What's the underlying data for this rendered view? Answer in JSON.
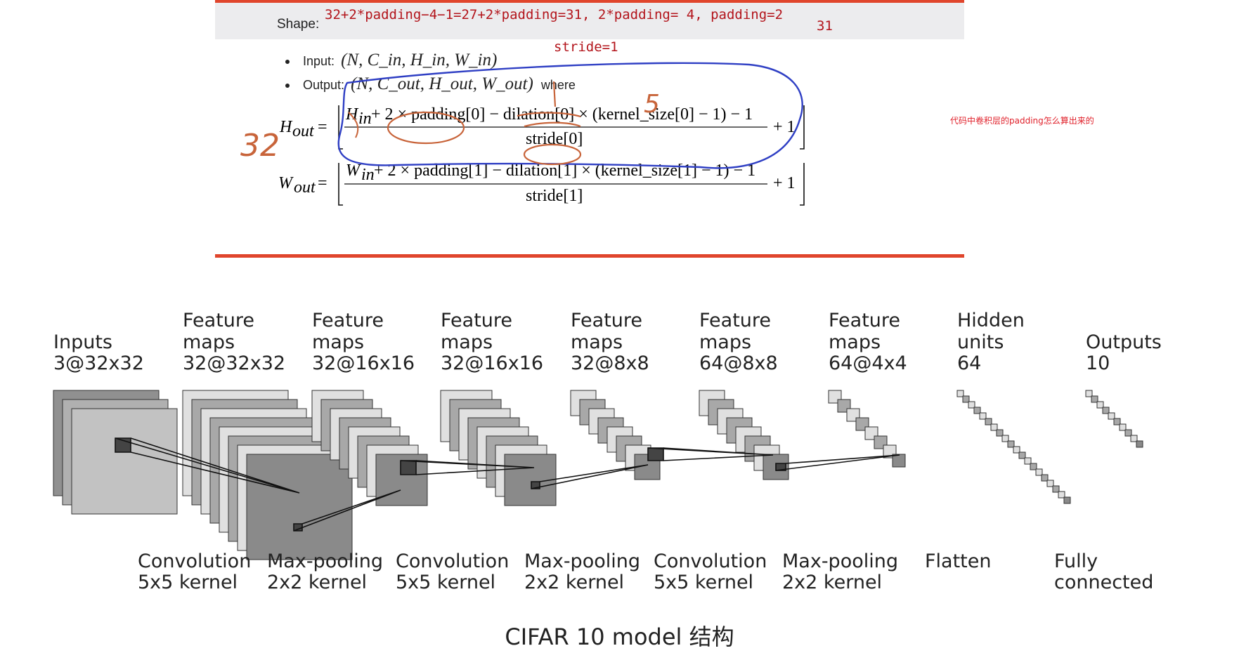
{
  "doc": {
    "shape_label": "Shape:",
    "note_equation": "32+2*padding−4−1=27+2*padding=31, 2*padding= 4, padding=2",
    "note_31": "31",
    "note_stride": "stride=1",
    "bullet_input_label": "Input:",
    "bullet_input_math": "(N, C",
    "bullet_output_label": "Output:",
    "bullet_output_where": "where",
    "input_full": "(N, C_in, H_in, W_in)",
    "output_full": "(N, C_out, H_out, W_out)",
    "h_out_lhs": "H",
    "h_out_sub": "out",
    "h_numerator": "+ 2 × padding[0] − dilation[0] × (kernel_size[0] − 1) − 1",
    "h_denominator": "stride[0]",
    "w_out_lhs": "W",
    "w_numerator": "+ 2 × padding[1] − dilation[1] × (kernel_size[1] − 1) − 1",
    "w_denominator": "stride[1]",
    "plus_one": "+ 1",
    "equals": "=",
    "in_sub": "in"
  },
  "side_note": "代码中卷积层的padding怎么算出来的",
  "annotations": {
    "handwritten_32": "32",
    "handwritten_5": "5"
  },
  "diagram": {
    "layers": [
      {
        "line1": "",
        "line2": "Inputs",
        "line3": "3@32x32"
      },
      {
        "line1": "Feature",
        "line2": "maps",
        "line3": "32@32x32"
      },
      {
        "line1": "Feature",
        "line2": "maps",
        "line3": "32@16x16"
      },
      {
        "line1": "Feature",
        "line2": "maps",
        "line3": "32@16x16"
      },
      {
        "line1": "Feature",
        "line2": "maps",
        "line3": "32@8x8"
      },
      {
        "line1": "Feature",
        "line2": "maps",
        "line3": "64@8x8"
      },
      {
        "line1": "Feature",
        "line2": "maps",
        "line3": "64@4x4"
      },
      {
        "line1": "Hidden",
        "line2": "units",
        "line3": "64"
      },
      {
        "line1": "",
        "line2": "Outputs",
        "line3": "10"
      }
    ],
    "operations": [
      {
        "line1": "Convolution",
        "line2": "5x5 kernel"
      },
      {
        "line1": "Max-pooling",
        "line2": "2x2 kernel"
      },
      {
        "line1": "Convolution",
        "line2": "5x5 kernel"
      },
      {
        "line1": "Max-pooling",
        "line2": "2x2 kernel"
      },
      {
        "line1": "Convolution",
        "line2": "5x5 kernel"
      },
      {
        "line1": "Max-pooling",
        "line2": "2x2 kernel"
      },
      {
        "line1": "Flatten",
        "line2": ""
      },
      {
        "line1": "Fully",
        "line2": "connected"
      }
    ]
  },
  "caption": "CIFAR 10 model 结构",
  "colors": {
    "rule_red": "#e0452c",
    "note_red": "#b3141b",
    "ink_orange": "#c8643a",
    "ink_blue": "#2f3fc4"
  }
}
